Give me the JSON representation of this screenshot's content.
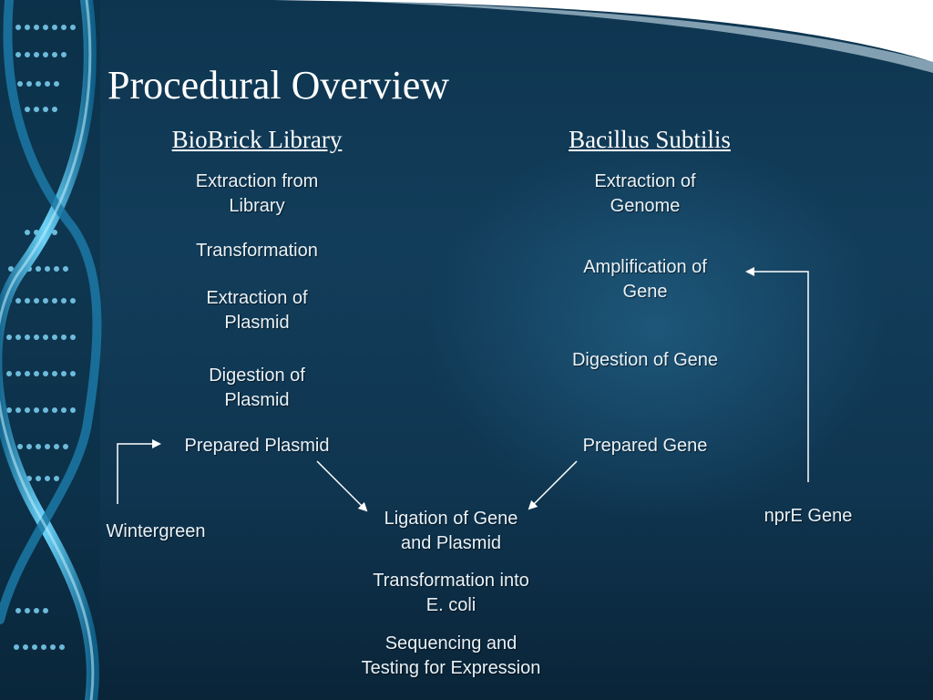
{
  "slide": {
    "title": "Procedural Overview"
  },
  "columns": {
    "left_heading": "BioBrick Library",
    "right_heading": "Bacillus Subtilis"
  },
  "left_steps": [
    "Extraction from\nLibrary",
    "Transformation",
    "Extraction of\nPlasmid",
    "Digestion of\nPlasmid",
    "Prepared Plasmid"
  ],
  "right_steps": [
    "Extraction of\nGenome",
    "Amplification of\nGene",
    "Digestion of Gene",
    "Prepared Gene"
  ],
  "center_steps": [
    "Ligation of Gene\nand Plasmid",
    "Transformation into\nE. coli",
    "Sequencing and\nTesting for Expression"
  ],
  "side_inputs": {
    "left": "Wintergreen",
    "right": "nprE Gene"
  },
  "colors": {
    "background": "#123d5a",
    "text": "#e8f2f8",
    "dna_strand": "#2a90c0"
  }
}
